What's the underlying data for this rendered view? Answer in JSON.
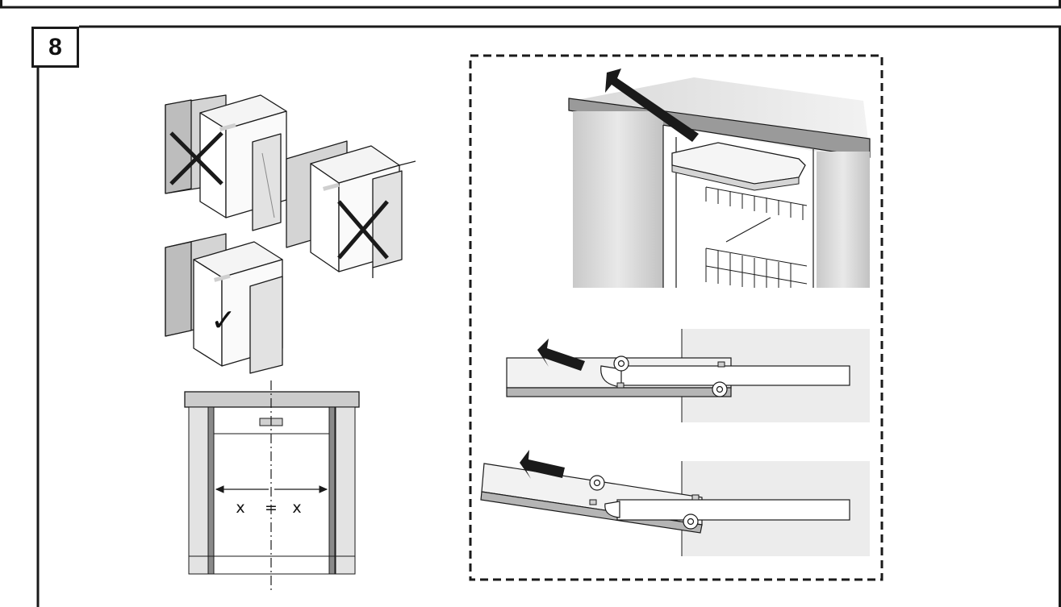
{
  "step": {
    "number": "8"
  },
  "alignment": {
    "left_label": "x",
    "equals_sign": "=",
    "right_label": "x"
  },
  "symbols": {
    "correct_mark": "✓"
  },
  "colors": {
    "line": "#1a1a1a",
    "panel_light": "#f1f1f1",
    "panel_mid": "#d6d6d6",
    "panel_dark": "#8a8a8a",
    "accent_grey": "#b5b5b5"
  }
}
